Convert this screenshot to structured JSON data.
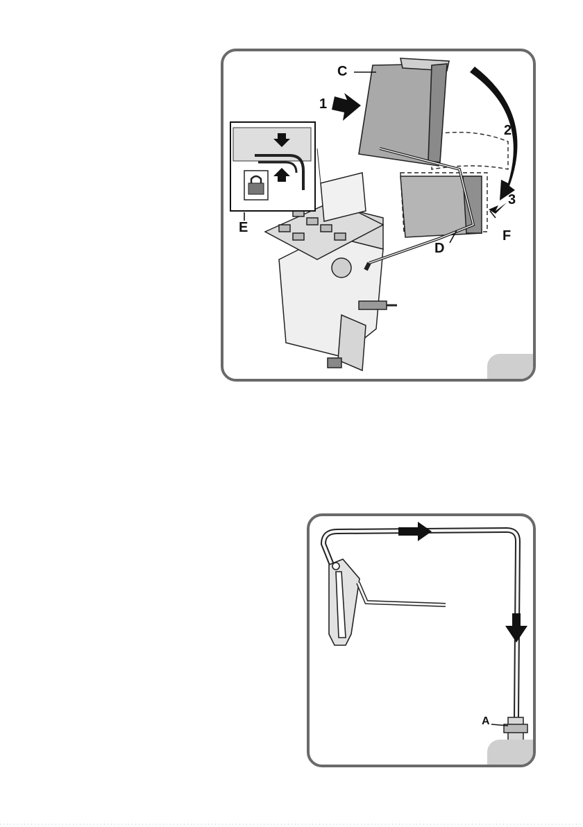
{
  "figure1": {
    "labels": {
      "C": "C",
      "D": "D",
      "E": "E",
      "F": "F",
      "step1": "1",
      "step2": "2",
      "step3": "3"
    },
    "lock_icon": "padlock-icon",
    "tab_color": "#cfcfcf",
    "frame_color": "#6a6a6a"
  },
  "figure2": {
    "labels": {
      "A": "A"
    },
    "tab_color": "#cfcfcf",
    "frame_color": "#6a6a6a"
  }
}
